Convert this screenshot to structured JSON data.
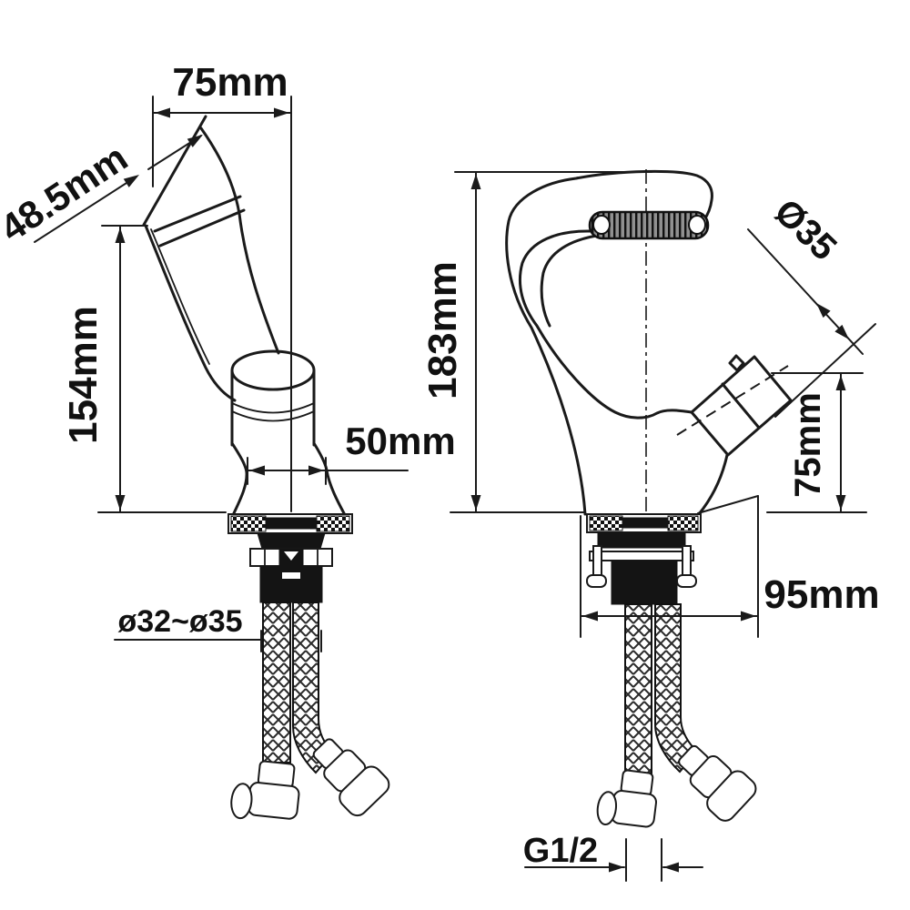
{
  "figure": {
    "kind": "technical line drawing",
    "subject": "bathroom basin faucet installation dimension diagram, two views with braided supply hoses",
    "line_color": "#1a1a1a",
    "background_color": "#ffffff"
  },
  "views": {
    "left": {
      "name": "side view - tilted spout faucet",
      "dims": {
        "top_width": "75mm",
        "spout_diameter": "48.5mm",
        "height": "154mm",
        "body_width": "50mm",
        "mounting_hole": "ø32~ø35"
      }
    },
    "right": {
      "name": "front view - curved waterfall faucet",
      "dims": {
        "height": "183mm",
        "handle_diameter": "Ø35",
        "handle_height": "75mm",
        "base_depth": "95mm",
        "hose_thread": "G1/2"
      }
    }
  }
}
